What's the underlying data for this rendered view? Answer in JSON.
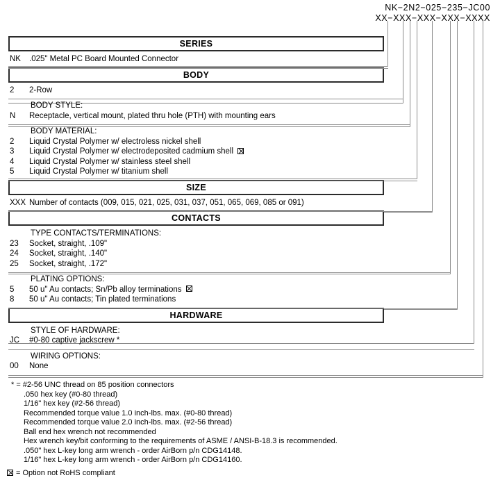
{
  "part_number": {
    "example": "NK−2N2−025−235−JC00",
    "mask": "XX−XXX−XXX−XXX−XXXX"
  },
  "sections": [
    {
      "title": "SERIES",
      "groups": [
        {
          "label": "",
          "rows": [
            {
              "code": "NK",
              "desc": ".025\" Metal PC Board Mounted Connector",
              "rohs": false
            }
          ]
        }
      ]
    },
    {
      "title": "BODY",
      "groups": [
        {
          "label": "",
          "rows": [
            {
              "code": "2",
              "desc": "2-Row",
              "rohs": false
            }
          ]
        },
        {
          "label": "BODY STYLE:",
          "rows": [
            {
              "code": "N",
              "desc": "Receptacle, vertical mount, plated thru hole (PTH) with mounting ears",
              "rohs": false
            }
          ]
        },
        {
          "label": "BODY MATERIAL:",
          "rows": [
            {
              "code": "2",
              "desc": "Liquid Crystal Polymer w/ electroless nickel shell",
              "rohs": false
            },
            {
              "code": "3",
              "desc": "Liquid Crystal Polymer w/ electrodeposited cadmium shell",
              "rohs": true
            },
            {
              "code": "4",
              "desc": "Liquid Crystal Polymer w/ stainless steel shell",
              "rohs": false
            },
            {
              "code": "5",
              "desc": "Liquid Crystal Polymer w/ titanium shell",
              "rohs": false
            }
          ]
        }
      ]
    },
    {
      "title": "SIZE",
      "groups": [
        {
          "label": "",
          "rows": [
            {
              "code": "XXX",
              "desc": "Number of contacts (009, 015, 021, 025, 031, 037, 051, 065, 069, 085 or 091)",
              "rohs": false
            }
          ]
        }
      ]
    },
    {
      "title": "CONTACTS",
      "groups": [
        {
          "label": "TYPE CONTACTS/TERMINATIONS:",
          "rows": [
            {
              "code": "23",
              "desc": "Socket, straight, .109\"",
              "rohs": false
            },
            {
              "code": "24",
              "desc": "Socket, straight, .140\"",
              "rohs": false
            },
            {
              "code": "25",
              "desc": "Socket, straight, .172\"",
              "rohs": false
            }
          ]
        },
        {
          "label": "PLATING OPTIONS:",
          "rows": [
            {
              "code": "5",
              "desc": "50 u\" Au contacts; Sn/Pb alloy terminations",
              "rohs": true
            },
            {
              "code": "8",
              "desc": "50 u\" Au contacts; Tin plated terminations",
              "rohs": false
            }
          ]
        }
      ]
    },
    {
      "title": "HARDWARE",
      "groups": [
        {
          "label": "STYLE OF HARDWARE:",
          "rows": [
            {
              "code": "JC",
              "desc": "#0-80 captive jackscrew *",
              "rohs": false
            }
          ]
        },
        {
          "label": "WIRING OPTIONS:",
          "rows": [
            {
              "code": "00",
              "desc": "None",
              "rohs": false
            }
          ]
        }
      ]
    }
  ],
  "footnotes": [
    "* = #2-56 UNC thread on 85 position connectors",
    ".050 hex key (#0-80 thread)",
    "1/16\" hex key (#2-56 thread)",
    "Recommended torque value 1.0 inch-lbs. max. (#0-80 thread)",
    "Recommended torque value 2.0 inch-lbs. max. (#2-56 thread)",
    "Ball end hex wrench not recommended",
    "Hex wrench key/bit conforming to the requirements of ASME / ANSI-B-18.3 is recommended.",
    ".050\" hex L-key long arm wrench - order AirBorn p/n CDG14148.",
    "1/16\" hex L-key long arm wrench - order AirBorn p/n CDG14160."
  ],
  "rohs_legend": "= Option not RoHS compliant",
  "colors": {
    "rule": "#8e8e8e",
    "box_border": "#2b2b2b",
    "leader": "#8a8a8a",
    "text": "#000000"
  }
}
